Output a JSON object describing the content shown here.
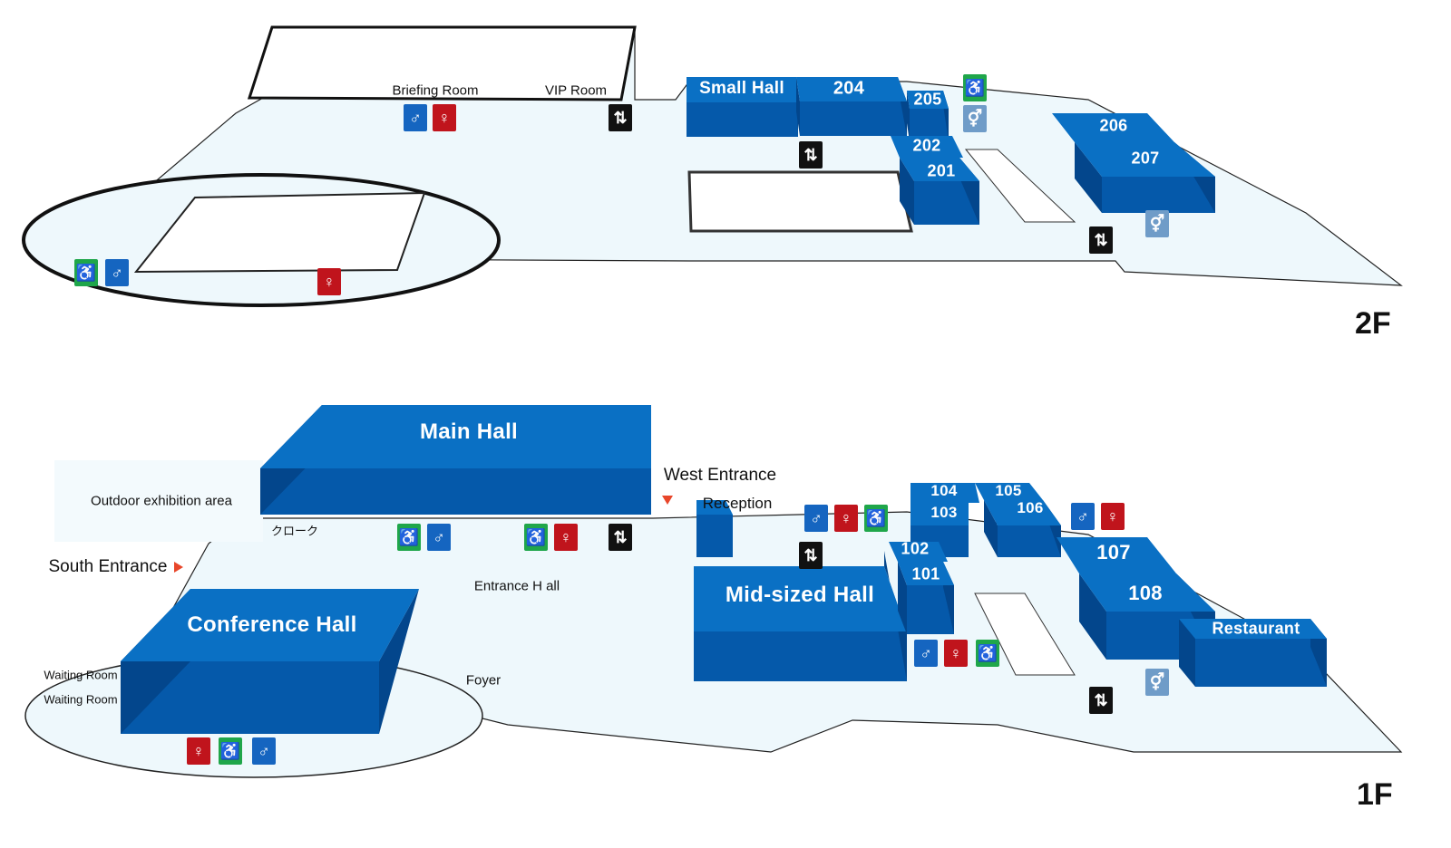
{
  "floors": {
    "upper": {
      "name": "2F",
      "rooms": [
        "Small Hall",
        "204",
        "205",
        "202",
        "201",
        "206",
        "207"
      ],
      "labels": {
        "briefing_room": "Briefing Room",
        "vip_room": "VIP Room"
      }
    },
    "lower": {
      "name": "1F",
      "rooms": [
        "Main Hall",
        "Conference Hall",
        "Mid-sized Hall",
        "104",
        "103",
        "105",
        "106",
        "102",
        "101",
        "107",
        "108",
        "Restaurant"
      ],
      "labels": {
        "outdoor": "Outdoor exhibition area",
        "south_entrance": "South Entrance",
        "west_entrance": "West Entrance",
        "reception": "Reception",
        "entrance_hall": "Entrance H all",
        "foyer": "Foyer",
        "waiting_room_1": "Waiting Room",
        "waiting_room_2": "Waiting Room",
        "cloak": "クローク"
      }
    }
  },
  "colors": {
    "room_top": "#0a70c4",
    "room_front": "#0559aa",
    "room_side": "#03468c",
    "floor_fill": "#eef8fc",
    "male": "#1565c0",
    "female": "#c0141c",
    "accessible": "#1fa64a",
    "elevator": "#111111",
    "unisex": "#6f9cc8",
    "entrance_marker": "#e8462a"
  },
  "icon_types": [
    "male-restroom-icon",
    "female-restroom-icon",
    "accessible-restroom-icon",
    "elevator-icon",
    "unisex-restroom-icon"
  ]
}
